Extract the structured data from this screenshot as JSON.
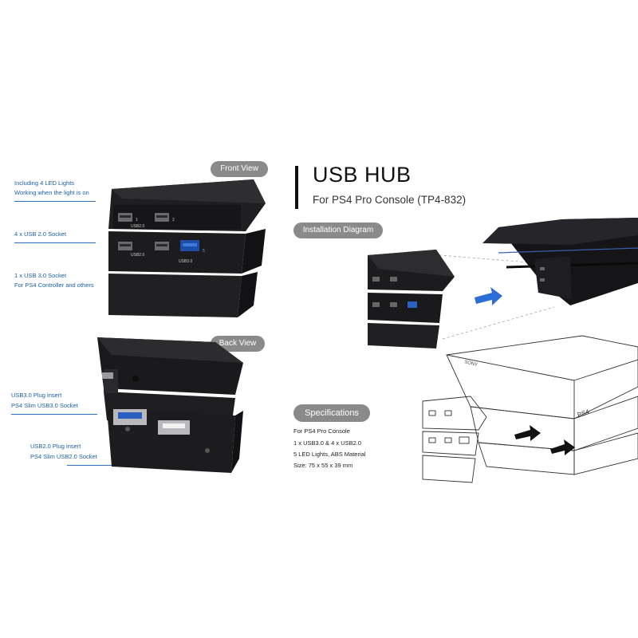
{
  "header": {
    "title": "USB HUB",
    "subtitle": "For PS4 Pro Console (TP4-832)"
  },
  "sections": {
    "front_view": "Front View",
    "back_view": "Back View",
    "installation": "Installation Diagram",
    "specifications": "Specifications"
  },
  "front_notes": {
    "led_line1": "Including  4  LED  Lights",
    "led_line2": "Working when the light is on",
    "usb2": "4  x  USB 2.0  Socket",
    "usb3_line1": "1  x  USB 3.0  Socket",
    "usb3_line2": "For PS4 Controller and others"
  },
  "back_notes": {
    "usb3_line1": "USB3.0 Plug insert",
    "usb3_line2": "PS4 Slim USB3.0 Socket",
    "usb2_line1": "USB2.0 Plug insert",
    "usb2_line2": "PS4 Slim USB2.0 Socket"
  },
  "product_labels": {
    "port_1": "1",
    "port_2": "2",
    "usb20_a": "USB2.0",
    "usb20_b": "USB2.0",
    "usb30": "USB3.0",
    "port_5": "5"
  },
  "console_labels": {
    "brand": "SONY",
    "model": "PS4"
  },
  "specs": {
    "line1": "For PS4 Pro Console",
    "line2": "1 x USB3.0   &   4 x USB2.0",
    "line3": "5 LED Lights,  ABS Material",
    "line4": "Size: 75 x 55 x 39 mm"
  },
  "colors": {
    "accent_blue": "#2a6fc0",
    "pill_gray": "#8a8a8a",
    "hub_black": "#1c1c1e",
    "arrow_blue": "#2b6fd6"
  }
}
